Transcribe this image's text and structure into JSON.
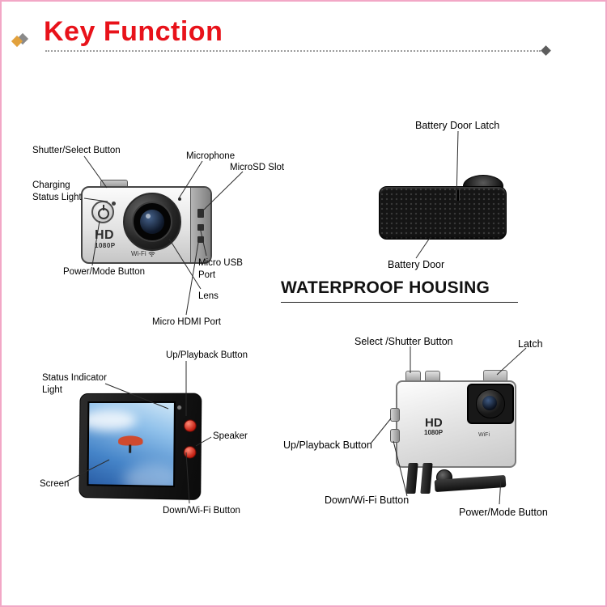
{
  "page": {
    "title": "Key Function",
    "waterproof_heading": "WATERPROOF HOUSING"
  },
  "colors": {
    "title_red": "#e8121a",
    "page_border_pink": "#f2a7c6",
    "back_button_red": "#c21f12"
  },
  "icons": {
    "power": "power-icon (circle with top bar)",
    "wifi": "wifi-icon (arcs with dot)"
  },
  "front_view": {
    "labels": {
      "shutter_select": "Shutter/Select Button",
      "microphone": "Microphone",
      "microsd_slot": "MicroSD Slot",
      "charging_status_light": "Charging\nStatus Light",
      "power_mode": "Power/Mode Button",
      "micro_usb_port": "Micro USB\nPort",
      "lens": "Lens",
      "micro_hdmi_port": "Micro HDMI Port"
    },
    "body_text": {
      "hd": "HD",
      "resolution": "1080P",
      "wifi": "Wi-Fi"
    }
  },
  "battery_view": {
    "labels": {
      "battery_door_latch": "Battery Door Latch",
      "battery_door": "Battery Door"
    }
  },
  "back_view": {
    "labels": {
      "up_playback": "Up/Playback Button",
      "status_indicator_light": "Status Indicator\nLight",
      "speaker": "Speaker",
      "screen": "Screen",
      "down_wifi": "Down/Wi-Fi Button"
    }
  },
  "housing_view": {
    "labels": {
      "select_shutter": "Select /Shutter Button",
      "latch": "Latch",
      "up_playback": "Up/Playback Button",
      "down_wifi": "Down/Wi-Fi Button",
      "power_mode": "Power/Mode Button"
    },
    "body_text": {
      "hd": "HD",
      "resolution": "1080P",
      "wifi": "WiFi"
    }
  }
}
